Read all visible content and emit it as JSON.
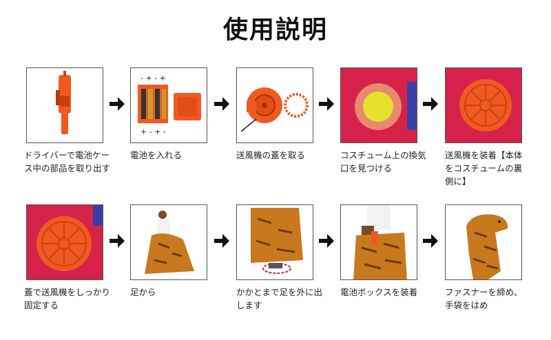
{
  "title": "使用説明",
  "row1": [
    {
      "caption": "ドライバーで電池ケース中の部品を取り出す",
      "icon": "battery-case-image"
    },
    {
      "caption": "電池を入れる",
      "icon": "battery-insert-image"
    },
    {
      "caption": "送風機の蓋を取る",
      "icon": "blower-fan-image"
    },
    {
      "caption": "コスチューム上の換気口を見つける",
      "icon": "vent-image"
    },
    {
      "caption": "送風機を装着【本体をコスチュームの裏側に】",
      "icon": "fan-attach-image"
    }
  ],
  "row2": [
    {
      "caption": "蓋で送風機をしっかり固定する",
      "icon": "fan-fix-image"
    },
    {
      "caption": "足から",
      "icon": "legs-in-image"
    },
    {
      "caption": "かかとまで足を外に出します",
      "icon": "heels-out-image"
    },
    {
      "caption": "電池ボックスを装着",
      "icon": "battery-box-image"
    },
    {
      "caption": "ファスナーを締め、手袋をはめ",
      "icon": "zip-up-image"
    }
  ],
  "battery_labels": [
    "- + - +",
    "+ - + -"
  ],
  "colors": {
    "orange": "#f05a22",
    "red": "#d6224a",
    "costume": "#c8791e"
  }
}
